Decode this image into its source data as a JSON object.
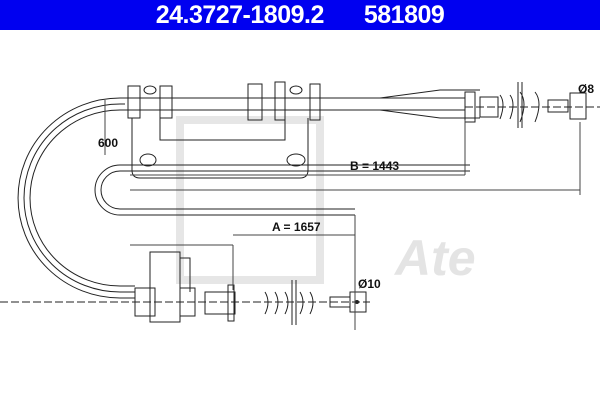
{
  "header": {
    "part_number": "24.3727-1809.2",
    "ref_number": "581809",
    "background": "#0000f0"
  },
  "diagram": {
    "dimensions": {
      "offset": "600",
      "b_length": "B = 1443",
      "a_length": "A = 1657",
      "end_diameter_right": "Ø8",
      "end_diameter_left": "Ø10"
    },
    "watermark": "Ate"
  }
}
